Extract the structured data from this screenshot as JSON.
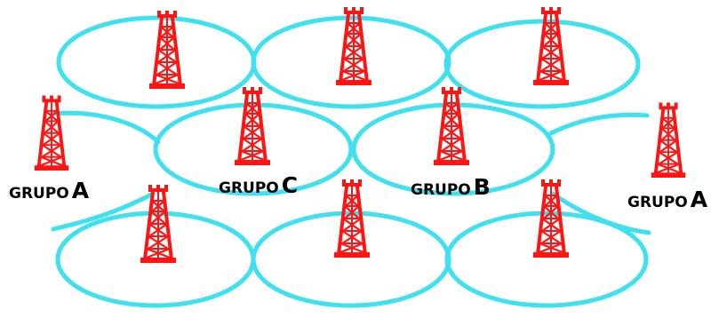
{
  "diagram": {
    "colors": {
      "coverage": "#3fe0f0",
      "tower": "#ff1414",
      "text": "#000000",
      "background": "#ffffff"
    },
    "icons": {
      "tower": "radio-tower-icon",
      "coverage": "coverage-ellipse"
    },
    "labels": [
      {
        "word": "GRUPO",
        "letter": "A"
      },
      {
        "word": "GRUPO",
        "letter": "C"
      },
      {
        "word": "GRUPO",
        "letter": "B"
      },
      {
        "word": "GRUPO",
        "letter": "A"
      }
    ]
  }
}
